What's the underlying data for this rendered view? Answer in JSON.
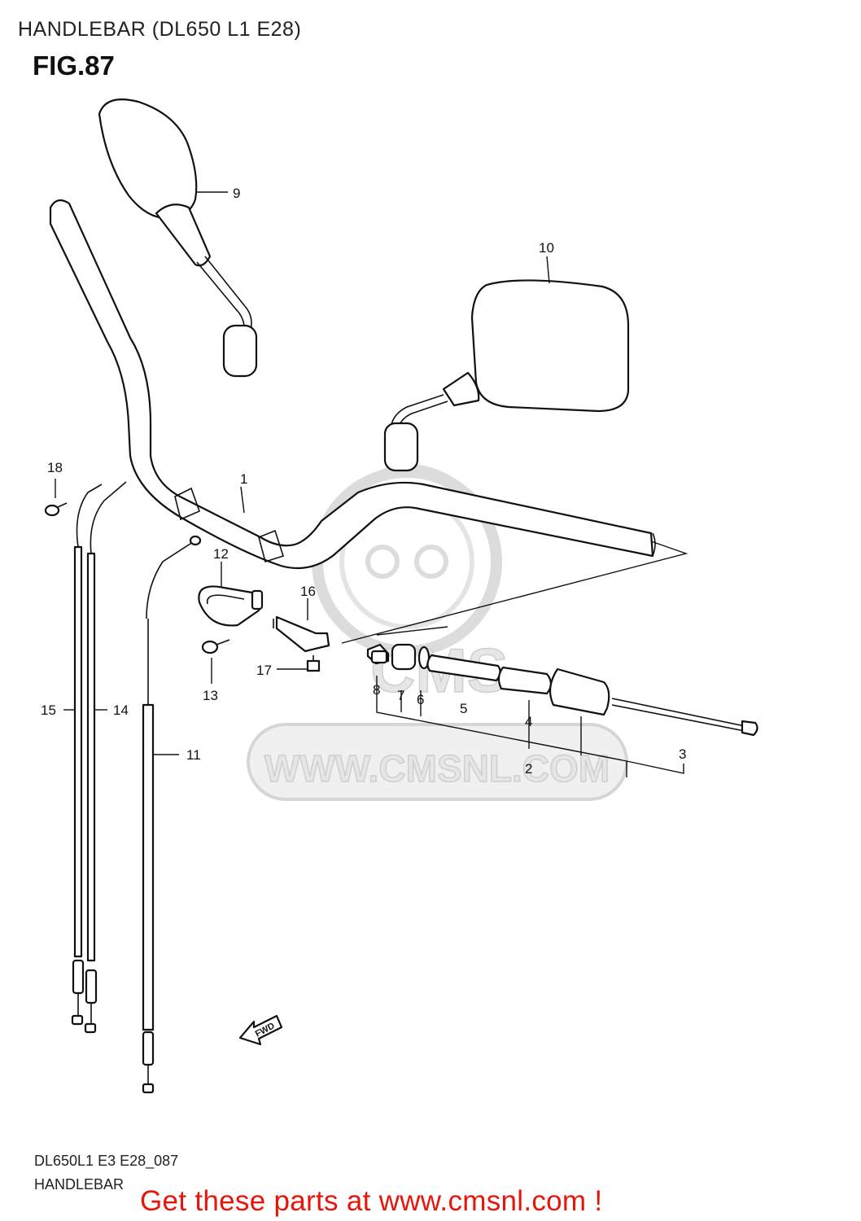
{
  "header": {
    "title": "HANDLEBAR (DL650 L1 E28)",
    "figure": "FIG.87"
  },
  "watermark": {
    "brand": "CMS",
    "url": "WWW.CMSNL.COM"
  },
  "fwd_arrow_label": "FWD",
  "part_numbers": [
    "1",
    "2",
    "3",
    "4",
    "5",
    "6",
    "7",
    "8",
    "9",
    "10",
    "11",
    "12",
    "13",
    "14",
    "15",
    "16",
    "17",
    "18"
  ],
  "footer": {
    "code": "DL650L1 E3 E28_087",
    "name": "HANDLEBAR",
    "cta": "Get these parts at www.cmsnl.com !"
  },
  "colors": {
    "cta": "#e8150b",
    "line": "#111111",
    "watermark": "#e0e0e0"
  }
}
